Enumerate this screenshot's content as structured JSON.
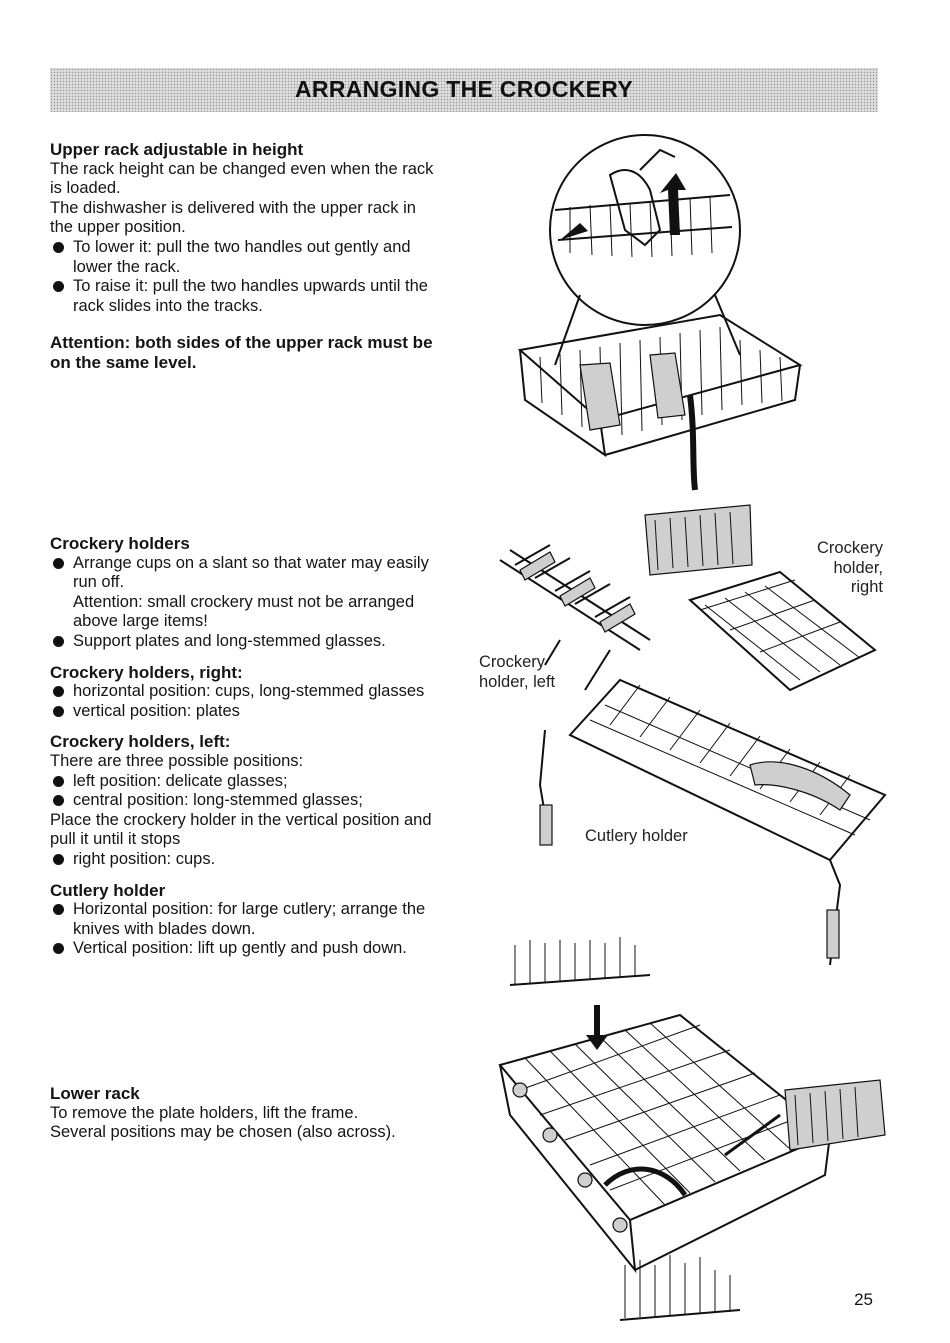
{
  "title": "ARRANGING THE CROCKERY",
  "upper": {
    "heading": "Upper rack adjustable in height",
    "lines": [
      "The rack height can be changed even when the rack",
      "is loaded.",
      "The dishwasher is delivered with the upper rack in",
      "the upper position."
    ],
    "bullets": [
      [
        "To lower it: pull the two handles out gently and",
        "lower the rack."
      ],
      [
        "To raise it: pull the two handles upwards until the",
        "rack slides into the tracks."
      ]
    ],
    "attention": [
      "Attention: both sides of the upper rack must be",
      "on the same level."
    ]
  },
  "holders": {
    "heading": "Crockery holders",
    "b1": [
      "Arrange cups on a slant so that water may easily",
      "run off."
    ],
    "note": [
      "Attention: small crockery must not be arranged",
      "above large items!"
    ],
    "b2": "Support plates and long-stemmed glasses."
  },
  "right": {
    "heading": "Crockery holders, right:",
    "bullets": [
      "horizontal position: cups, long-stemmed glasses",
      "vertical position: plates"
    ]
  },
  "left": {
    "heading": "Crockery holders, left:",
    "intro": "There are three possible positions:",
    "b1": "left position: delicate glasses;",
    "b2": "central position: long-stemmed glasses;",
    "text": [
      "Place the crockery holder in the vertical position and",
      "pull it until it stops"
    ],
    "b3": "right position: cups."
  },
  "cutlery": {
    "heading": "Cutlery holder",
    "bullets": [
      [
        "Horizontal position: for large cutlery; arrange the",
        "knives with blades down."
      ],
      [
        "Vertical position: lift up gently and push down."
      ]
    ]
  },
  "lower": {
    "heading": "Lower rack",
    "lines": [
      "To remove the plate holders, lift the frame.",
      "Several positions may be chosen (also across)."
    ]
  },
  "labels": {
    "holder_right": [
      "Crockery",
      "holder,",
      "right"
    ],
    "holder_left": [
      "Crockery",
      "holder, left"
    ],
    "cutlery_holder": "Cutlery holder"
  },
  "page_number": "25"
}
